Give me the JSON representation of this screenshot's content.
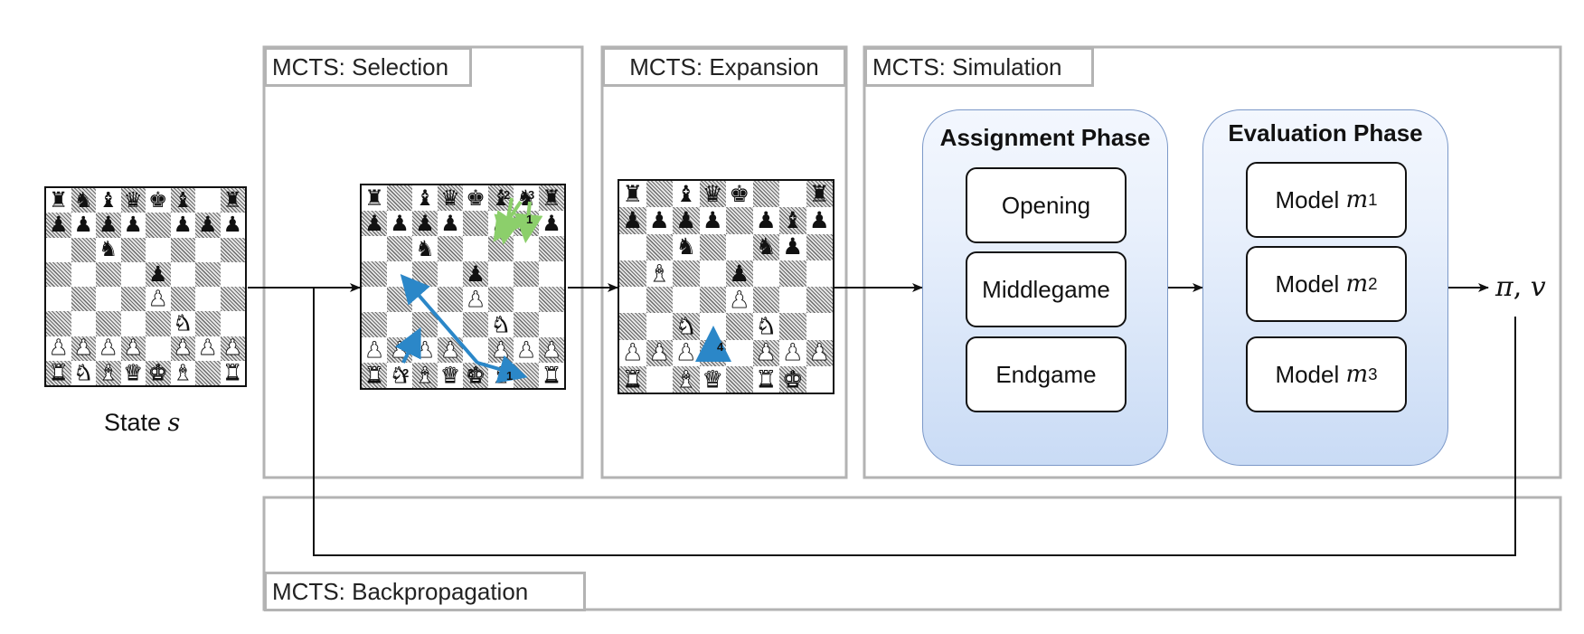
{
  "state_label": {
    "text": "State ",
    "var": "s"
  },
  "panels": {
    "selection": "MCTS: Selection",
    "expansion": "MCTS: Expansion",
    "simulation": "MCTS: Simulation",
    "backpropagation": "MCTS: Backpropagation"
  },
  "assignment": {
    "title": "Assignment Phase",
    "items": [
      "Opening",
      "Middlegame",
      "Endgame"
    ]
  },
  "evaluation": {
    "title": "Evaluation Phase",
    "items": [
      {
        "text": "Model ",
        "var": "m",
        "sub": "1"
      },
      {
        "text": "Model ",
        "var": "m",
        "sub": "2"
      },
      {
        "text": "Model ",
        "var": "m",
        "sub": "3"
      }
    ]
  },
  "output_label": {
    "pi": "π",
    "sep": ", ",
    "v": "v"
  },
  "boards": {
    "state": [
      "rnbqkb.r",
      "pppp.ppp",
      "..n.....",
      "....p...",
      "....P...",
      ".....N..",
      "PPPP.PPP",
      "RNBQKB.R"
    ],
    "selection": [
      "r.bqkbnr",
      "pppp.ppp",
      "..n.....",
      "....p...",
      "....P...",
      ".....N..",
      "PPPP.PPP",
      "RNBQKB.R"
    ],
    "expansion": [
      "r.bqk..r",
      "pppp.pbp",
      "..n..np.",
      ".B..p...",
      "....P...",
      "..N..N..",
      "PPPP.PPP",
      "R.BQ.RK."
    ]
  },
  "move_annotations": {
    "selection": [
      "2",
      "3",
      "1",
      "2",
      "3",
      "1"
    ],
    "expansion": [
      "4"
    ]
  },
  "colors": {
    "arrow_blue": "#2b87c8",
    "arrow_green": "#8ccf6b",
    "panel_border": "#b3b3b3",
    "phase_border": "#7b98c8"
  }
}
